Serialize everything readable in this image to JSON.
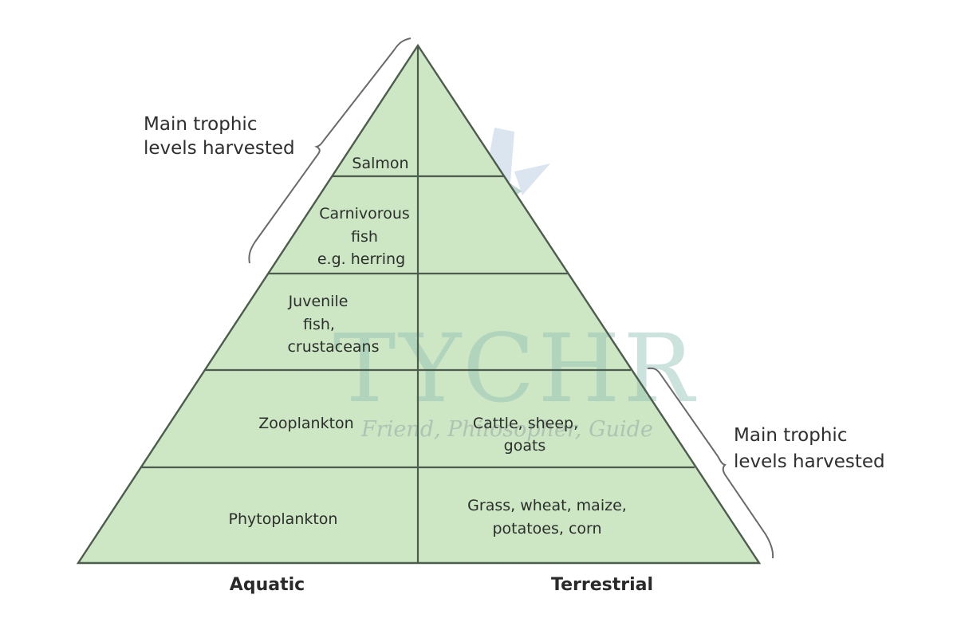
{
  "colors": {
    "fill": "#cde6c4",
    "line": "#4d5d4d",
    "brace": "#6a6a6a",
    "watermark": "#8fbfb3"
  },
  "pyramid": {
    "columns": [
      "Aquatic",
      "Terrestrial"
    ],
    "aquatic_levels": [
      {
        "lines": [
          "Salmon"
        ]
      },
      {
        "lines": [
          "Carnivorous",
          "fish",
          "e.g. herring"
        ]
      },
      {
        "lines": [
          "Juvenile",
          "fish,",
          "crustaceans"
        ]
      },
      {
        "lines": [
          "Zooplankton"
        ]
      },
      {
        "lines": [
          "Phytoplankton"
        ]
      }
    ],
    "terrestrial_levels": [
      {
        "lines": []
      },
      {
        "lines": []
      },
      {
        "lines": []
      },
      {
        "lines": [
          "Cattle, sheep,",
          "goats"
        ]
      },
      {
        "lines": [
          "Grass, wheat, maize,",
          "potatoes, corn"
        ]
      }
    ]
  },
  "annotations": {
    "left_brace": {
      "lines": [
        "Main trophic",
        "levels harvested"
      ]
    },
    "right_brace": {
      "lines": [
        "Main trophic",
        "levels harvested"
      ]
    }
  },
  "watermark": {
    "title": "TYCHR",
    "subtitle": "Friend, Philosopher, Guide"
  }
}
